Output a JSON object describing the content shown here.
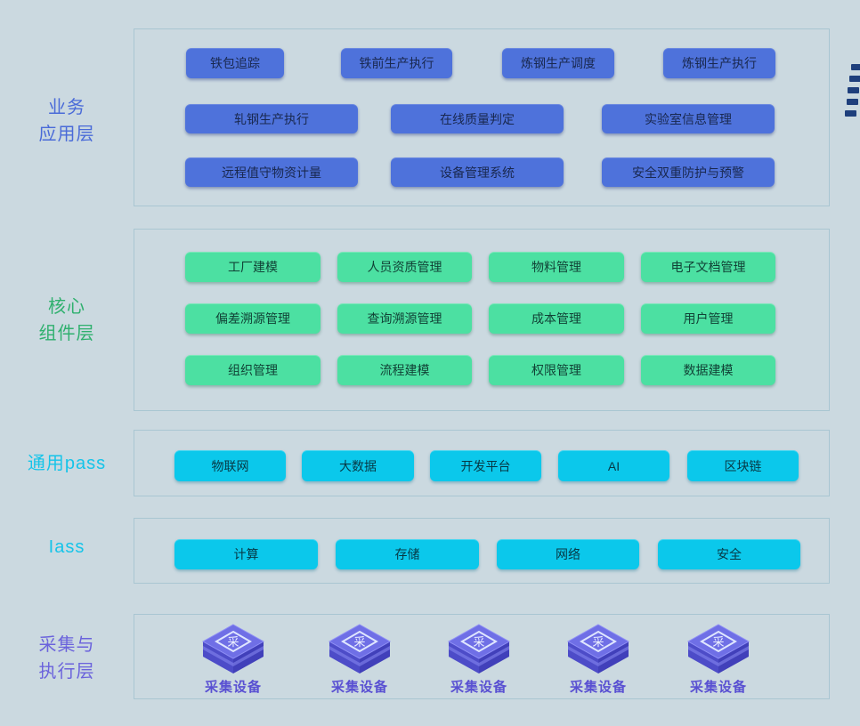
{
  "business": {
    "label": [
      "业务",
      "应用层"
    ],
    "row1": [
      "铁包追踪",
      "铁前生产执行",
      "炼钢生产调度",
      "炼钢生产执行"
    ],
    "row2": [
      "轧钢生产执行",
      "在线质量判定",
      "实验室信息管理"
    ],
    "row3": [
      "远程值守物资计量",
      "设备管理系统",
      "安全双重防护与预警"
    ]
  },
  "core": {
    "label": [
      "核心",
      "组件层"
    ],
    "row1": [
      "工厂建模",
      "人员资质管理",
      "物料管理",
      "电子文档管理"
    ],
    "row2": [
      "偏差溯源管理",
      "查询溯源管理",
      "成本管理",
      "用户管理"
    ],
    "row3": [
      "组织管理",
      "流程建模",
      "权限管理",
      "数据建模"
    ]
  },
  "paas": {
    "label": "通用pass",
    "buttons": [
      "物联网",
      "大数据",
      "开发平台",
      "AI",
      "区块链"
    ]
  },
  "iaas": {
    "label": "Iass",
    "buttons": [
      "计算",
      "存储",
      "网络",
      "安全"
    ]
  },
  "device": {
    "label": [
      "采集与",
      "执行层"
    ],
    "cube_glyph": "采",
    "items": [
      "采集设备",
      "采集设备",
      "采集设备",
      "采集设备",
      "采集设备"
    ]
  },
  "colors": {
    "background": "#cbd9e0",
    "container_border": "#a9c6d2",
    "chip_blue": "#4e72db",
    "chip_green": "#4ce0a2",
    "chip_cyan": "#0bc8eb",
    "label_blue": "#4a6bd8",
    "label_green": "#2fb06e",
    "label_cyan": "#15c4e9",
    "label_purple": "#6b63dc",
    "device_label": "#5950d2",
    "edge_marker": "#1e3f7c"
  }
}
